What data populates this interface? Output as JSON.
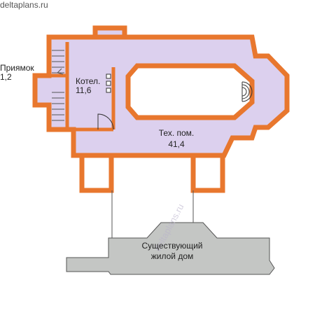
{
  "site": {
    "url": "deltaplans.ru"
  },
  "watermark": {
    "text": "deltaplans.ru"
  },
  "colors": {
    "wall": "#e8772e",
    "wall_outline": "#7a3a10",
    "room_fill": "#dcd0ee",
    "existing_fill": "#c4c6c4",
    "existing_outline": "#555555"
  },
  "rooms": [
    {
      "name": "Приямок",
      "area": "1,2"
    },
    {
      "name": "Котел.",
      "area": "11,6"
    },
    {
      "name": "Тех. пом.",
      "area": "41,4"
    }
  ],
  "existing_building": {
    "line1": "Существующий",
    "line2": "жилой дом"
  }
}
